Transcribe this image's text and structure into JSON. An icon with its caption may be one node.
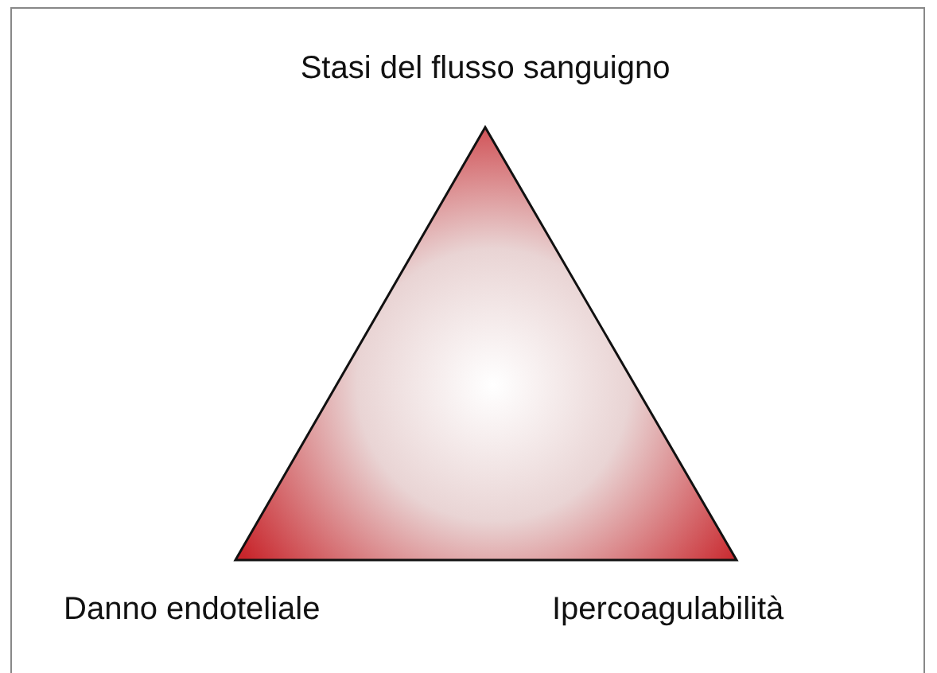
{
  "diagram": {
    "labels": [
      "Stasi del flusso sanguigno",
      "Danno endoteliale",
      "Ipercoagulabilità"
    ]
  }
}
